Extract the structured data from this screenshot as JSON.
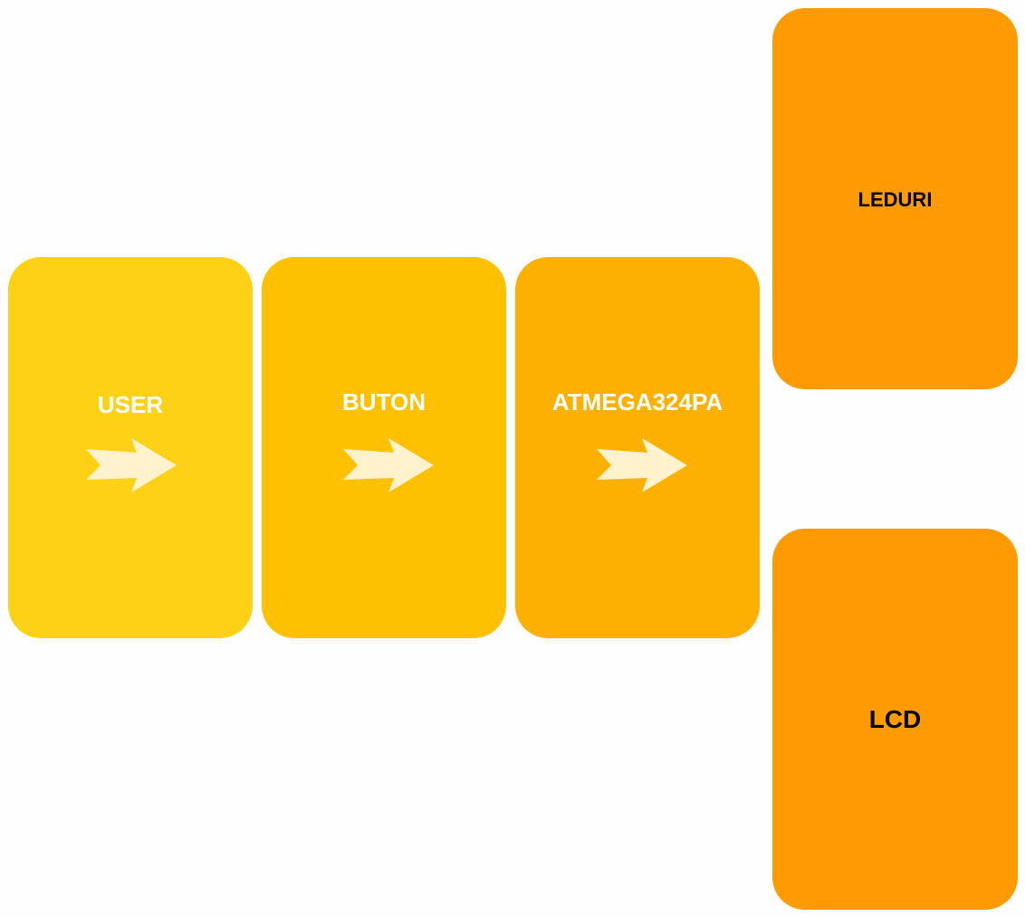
{
  "diagram": {
    "blocks": [
      {
        "id": "user",
        "label": "USER",
        "color": "#fcd116",
        "text_color": "#ffffff",
        "has_arrow": true
      },
      {
        "id": "buton",
        "label": "BUTON",
        "color": "#fdc102",
        "text_color": "#ffffff",
        "has_arrow": true
      },
      {
        "id": "atmega",
        "label": "ATMEGA324PA",
        "color": "#fcb102",
        "text_color": "#ffffff",
        "has_arrow": true
      },
      {
        "id": "leduri",
        "label": "LEDURI",
        "color": "#fe9b02",
        "text_color": "#000000",
        "has_arrow": false
      },
      {
        "id": "lcd",
        "label": "LCD",
        "color": "#fe9b02",
        "text_color": "#000000",
        "has_arrow": false
      }
    ],
    "arrow_color": "#fff2cc",
    "arrow_icon": "right-arrow-icon",
    "background": "#fffefe"
  }
}
